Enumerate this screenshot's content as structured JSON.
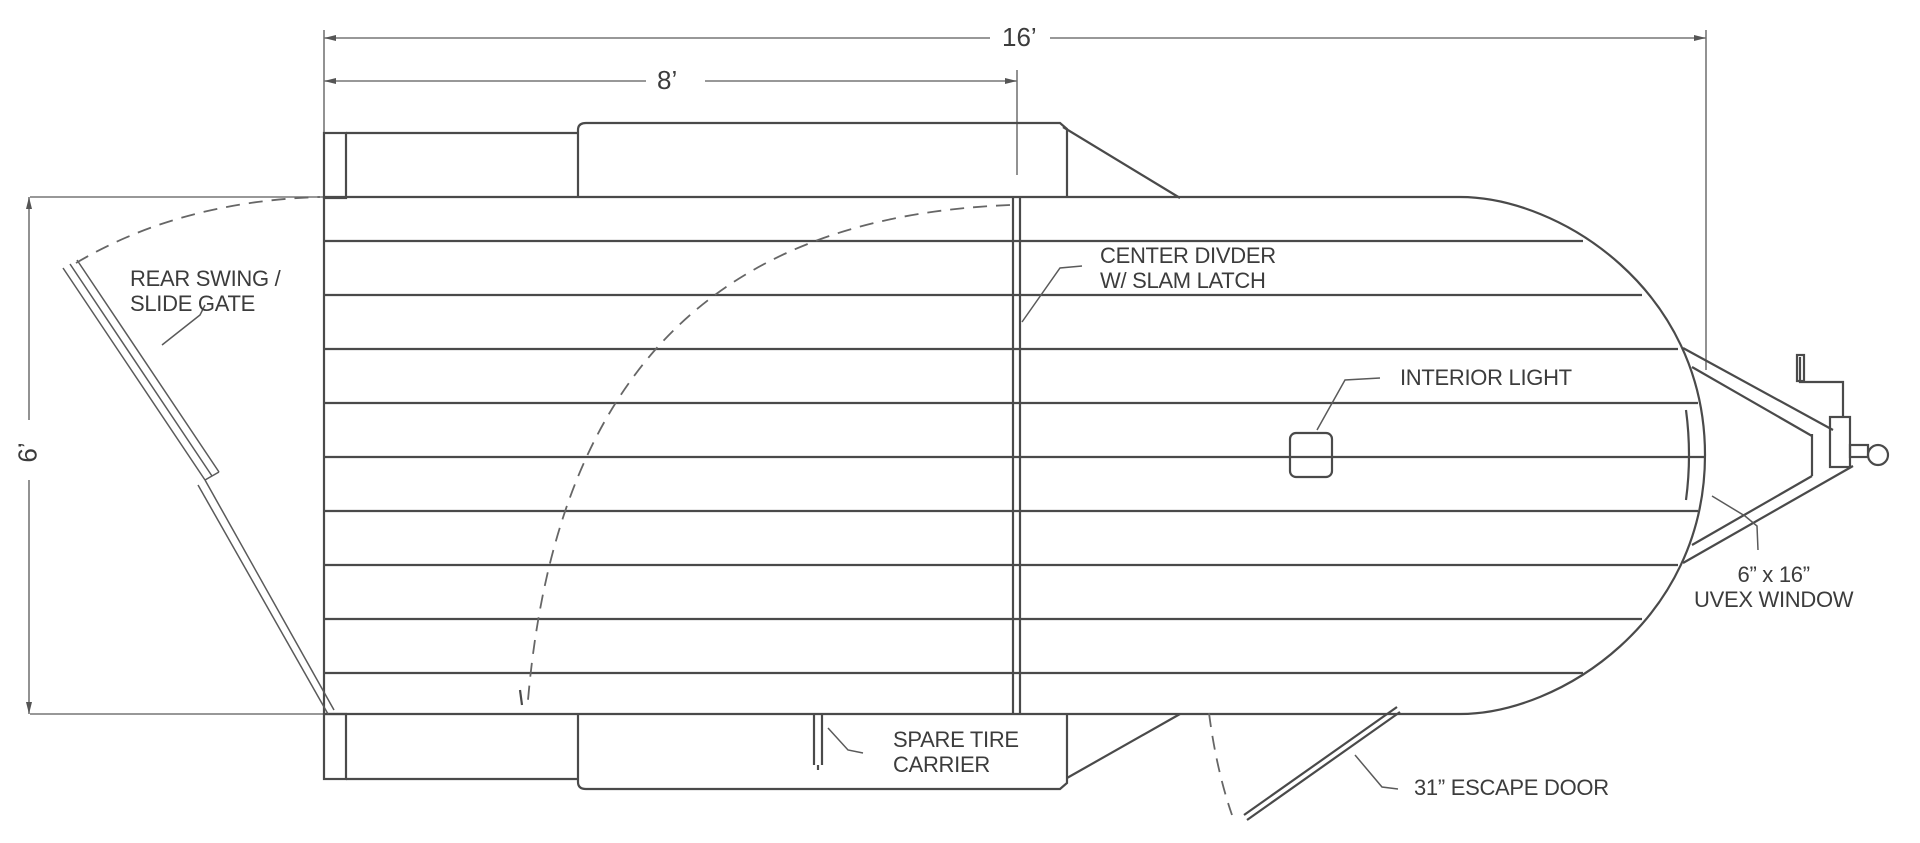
{
  "drawing": {
    "subject": "Trailer top view layout",
    "dimensions": {
      "overall_length": "16’",
      "front_section_length": "8’",
      "width": "6’"
    },
    "callouts": {
      "rear_gate_line1": "REAR SWING /",
      "rear_gate_line2": "SLIDE GATE",
      "center_divider_line1": "CENTER DIVDER",
      "center_divider_line2": "W/ SLAM LATCH",
      "interior_light": "INTERIOR LIGHT",
      "window_line1": "6” x 16”",
      "window_line2": "UVEX WINDOW",
      "spare_tire_line1": "SPARE TIRE",
      "spare_tire_line2": "CARRIER",
      "escape_door": "31” ESCAPE DOOR"
    },
    "colors": {
      "line": "#4a4a4a",
      "background": "#ffffff",
      "text": "#3c3c3c"
    }
  }
}
